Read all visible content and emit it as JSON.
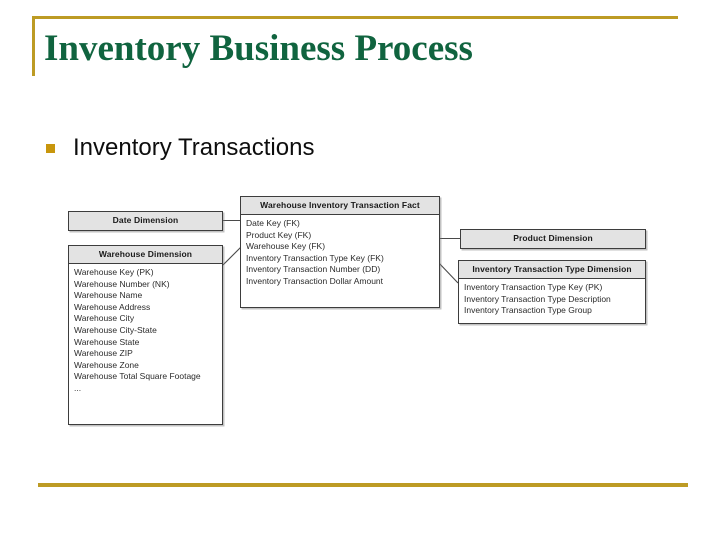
{
  "slide": {
    "title": "Inventory Business Process",
    "accent_color": "#bd9b24",
    "title_color": "#10643f",
    "bullets": [
      {
        "marker": "square-bullet",
        "text": "Inventory Transactions"
      }
    ]
  },
  "diagram": {
    "type": "star-schema-er-diagram",
    "boxes": [
      {
        "id": "date-dimension",
        "header": "Date Dimension",
        "fields": []
      },
      {
        "id": "warehouse-dimension",
        "header": "Warehouse Dimension",
        "fields": [
          "Warehouse Key (PK)",
          "Warehouse Number (NK)",
          "Warehouse Name",
          "Warehouse Address",
          "Warehouse City",
          "Warehouse City-State",
          "Warehouse State",
          "Warehouse ZIP",
          "Warehouse Zone",
          "Warehouse Total Square Footage",
          "..."
        ]
      },
      {
        "id": "warehouse-inventory-transaction-fact",
        "header": "Warehouse Inventory Transaction Fact",
        "fields": [
          "Date Key (FK)",
          "Product Key (FK)",
          "Warehouse Key (FK)",
          "Inventory Transaction Type Key (FK)",
          "Inventory Transaction Number (DD)",
          "Inventory Transaction Dollar Amount"
        ]
      },
      {
        "id": "product-dimension",
        "header": "Product Dimension",
        "fields": []
      },
      {
        "id": "inventory-transaction-type-dimension",
        "header": "Inventory Transaction Type Dimension",
        "fields": [
          "Inventory Transaction Type Key (PK)",
          "Inventory Transaction Type Description",
          "Inventory Transaction Type Group"
        ]
      }
    ],
    "connections": [
      {
        "from": "date-dimension",
        "to": "warehouse-inventory-transaction-fact"
      },
      {
        "from": "warehouse-dimension",
        "to": "warehouse-inventory-transaction-fact"
      },
      {
        "from": "warehouse-inventory-transaction-fact",
        "to": "product-dimension"
      },
      {
        "from": "warehouse-inventory-transaction-fact",
        "to": "inventory-transaction-type-dimension"
      }
    ]
  }
}
